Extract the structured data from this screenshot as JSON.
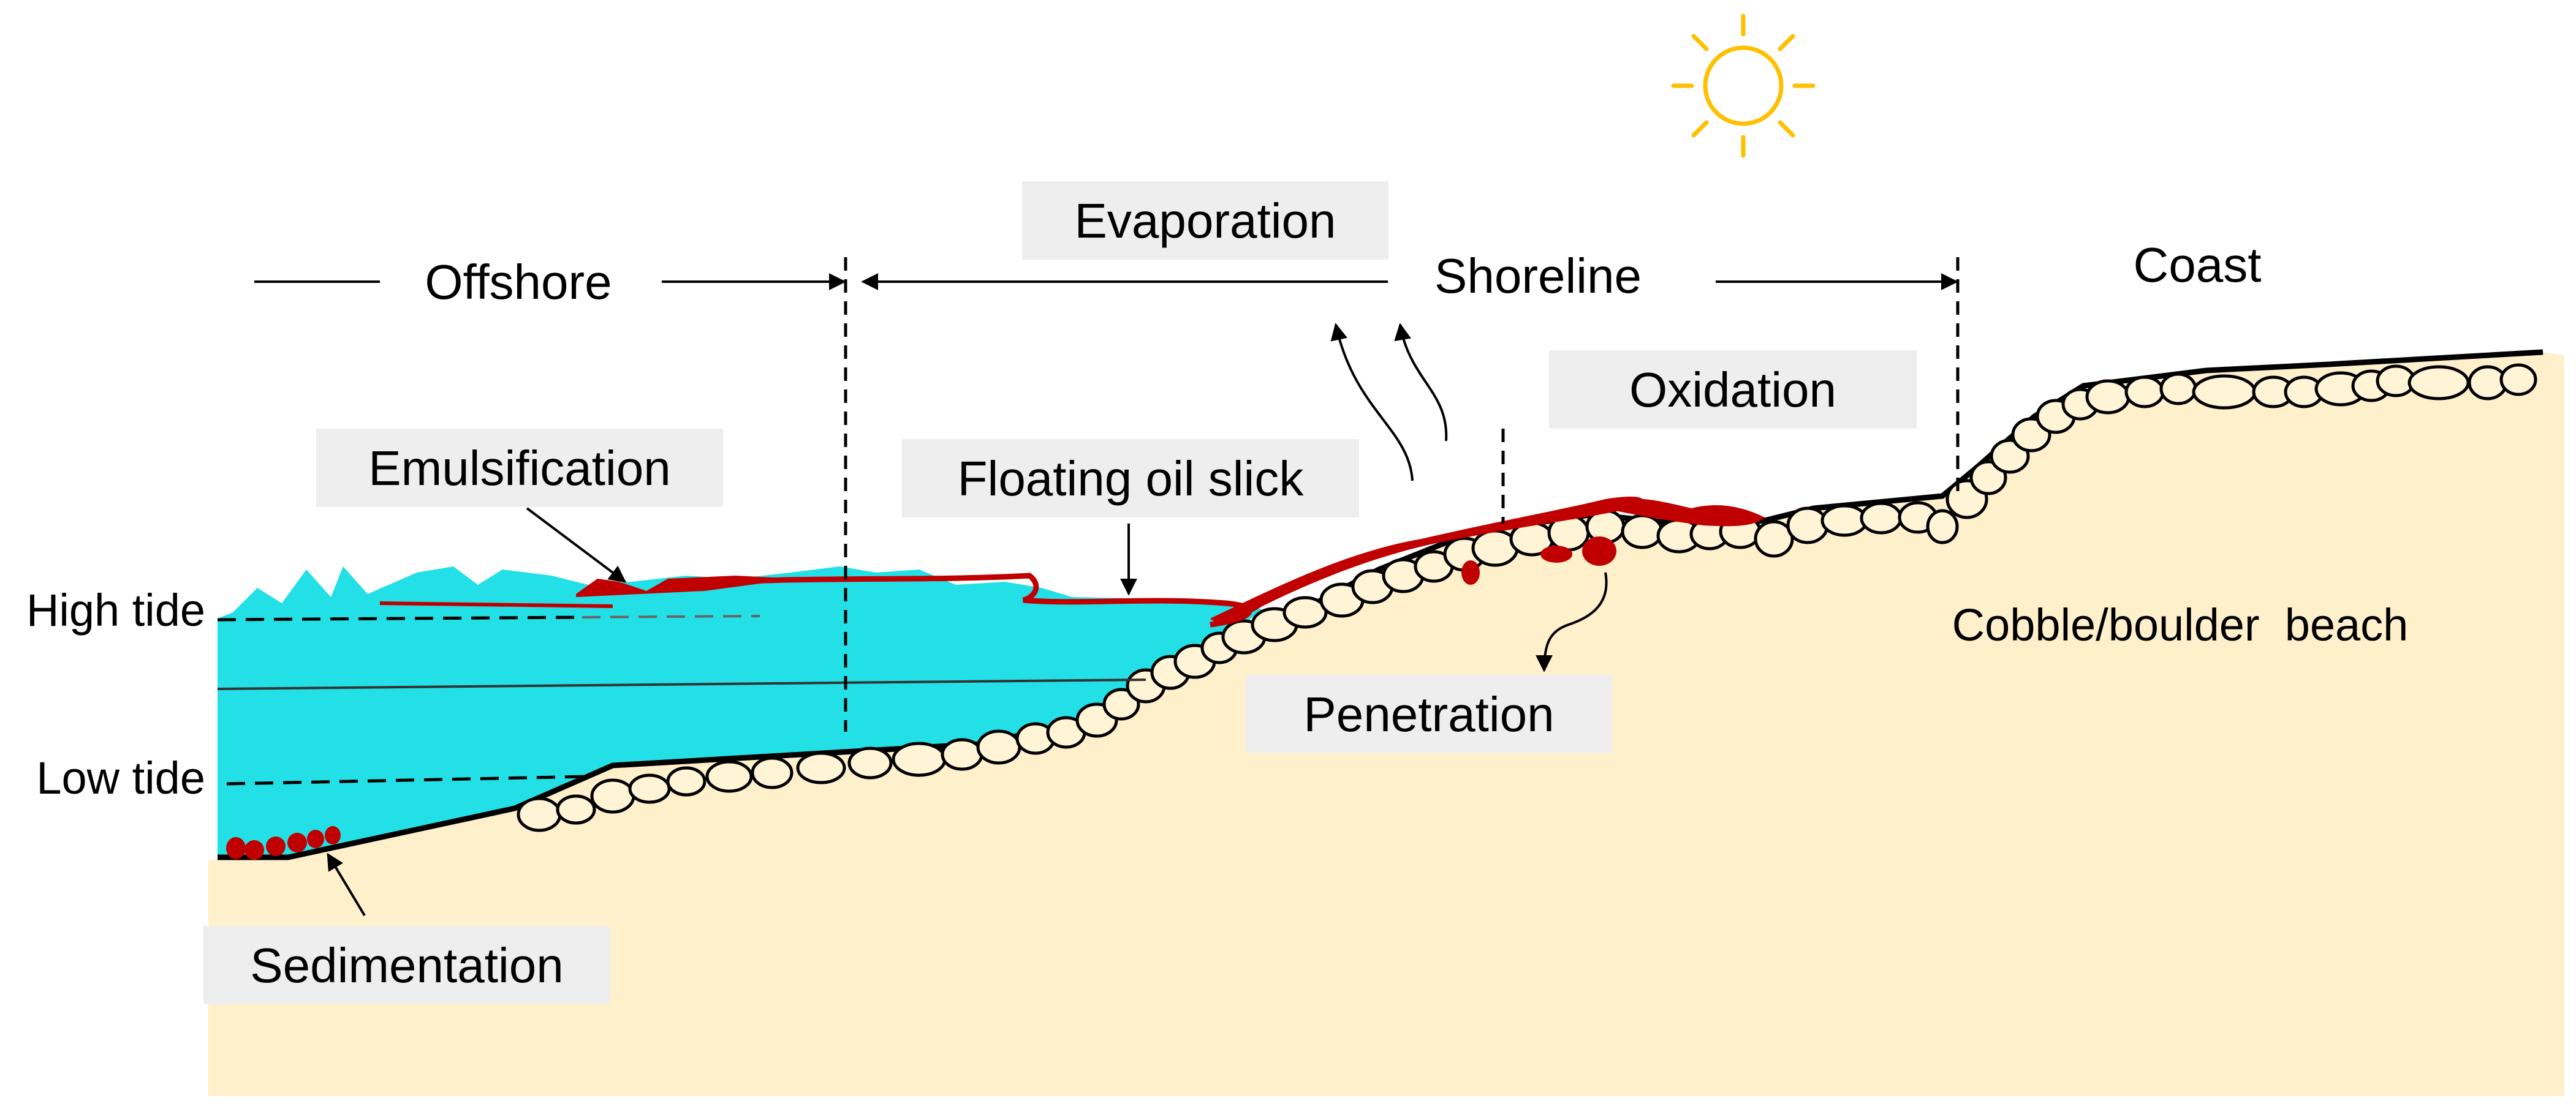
{
  "labels": {
    "offshore": "Offshore",
    "shoreline": "Shoreline",
    "coast": "Coast",
    "evaporation": "Evaporation",
    "oxidation": "Oxidation",
    "emulsification": "Emulsification",
    "floating_oil_slick": "Floating oil slick",
    "penetration": "Penetration",
    "sedimentation": "Sedimentation",
    "high_tide": "High tide",
    "low_tide": "Low tide",
    "cobble_beach": "Cobble/boulder  beach"
  },
  "colors": {
    "sand": "#fff0cc",
    "water": "#22e0e6",
    "oil": "#c00000",
    "sun": "#ffc000",
    "label_box": "#eeeeee",
    "stone_fill": "#fff4d6",
    "line": "#000000"
  },
  "icons": {
    "sun": "sun-icon"
  }
}
